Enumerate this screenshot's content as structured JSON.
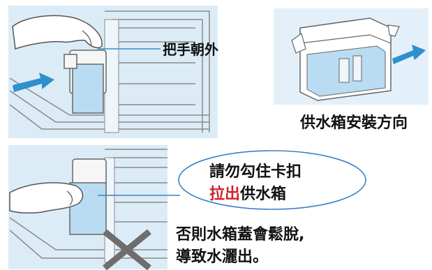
{
  "panel_top": {
    "handle_label": "把手朝外",
    "orientation_caption": "供水箱安裝方向"
  },
  "panel_bottom": {
    "bubble_line1": "請勿勾住卡扣",
    "bubble_line2_red": "拉出",
    "bubble_line2_rest": "供水箱",
    "warning_line1": "否則水箱蓋會鬆脫,",
    "warning_line2": "導致水灑出。"
  },
  "colors": {
    "panel_bg": "#dcecf7",
    "water": "#b9dcf2",
    "arrow": "#2f8fcf",
    "outline": "#7d7d7d",
    "cross": "#6e6e6e",
    "bubble": "#3b82c4",
    "highlight": "#d2232a"
  }
}
